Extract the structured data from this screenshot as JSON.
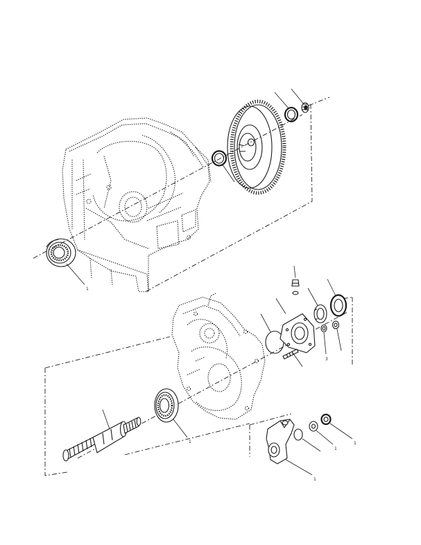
{
  "callouts": [
    {
      "id": "c-bearing-left",
      "text": "1"
    },
    {
      "id": "c-shaft-bearing",
      "text": "1"
    },
    {
      "id": "c-yoke",
      "text": "1"
    },
    {
      "id": "c-yoke-seal",
      "text": "1"
    },
    {
      "id": "c-yoke-nut",
      "text": "1"
    },
    {
      "id": "c-cover-washer",
      "text": "3"
    }
  ]
}
